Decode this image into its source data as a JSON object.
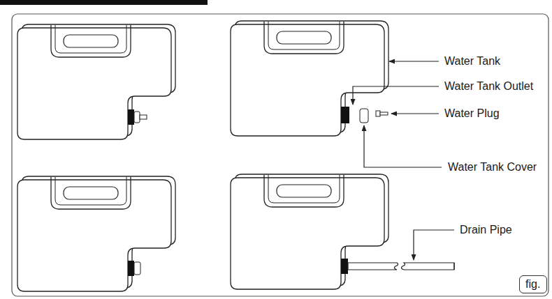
{
  "diagram": {
    "nodes": [
      {
        "text": [
          "fig."
        ]
      }
    ],
    "labels": [
      "Water Tank",
      "Water Tank Outlet",
      "Water Plug",
      "Water Tank Cover",
      "Drain Pipe"
    ]
  }
}
